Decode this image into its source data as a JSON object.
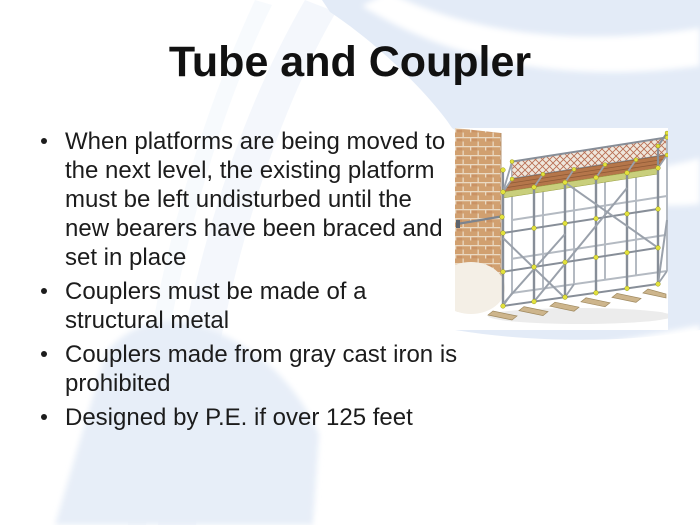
{
  "slide": {
    "title": "Tube and Coupler",
    "bullets": [
      "When platforms are being moved to the next level, the existing platform must be left undisturbed until the new bearers have been braced and set in place",
      "Couplers must be made of a structural metal",
      "Couplers made from gray cast iron is prohibited",
      "Designed by P.E. if over 125 feet"
    ],
    "image": {
      "name": "tube-and-coupler-scaffolding-illustration"
    },
    "colors": {
      "accent_light_blue": "#e3ebf7",
      "accent_pale_band": "#edf2fa",
      "title_text": "#111111",
      "body_text": "#1c1c1c",
      "coupler_yellow": "#e3e23c",
      "tube_gray": "#878e98",
      "brick_tan": "#d1a070",
      "deck_brown": "#b5764a"
    }
  }
}
